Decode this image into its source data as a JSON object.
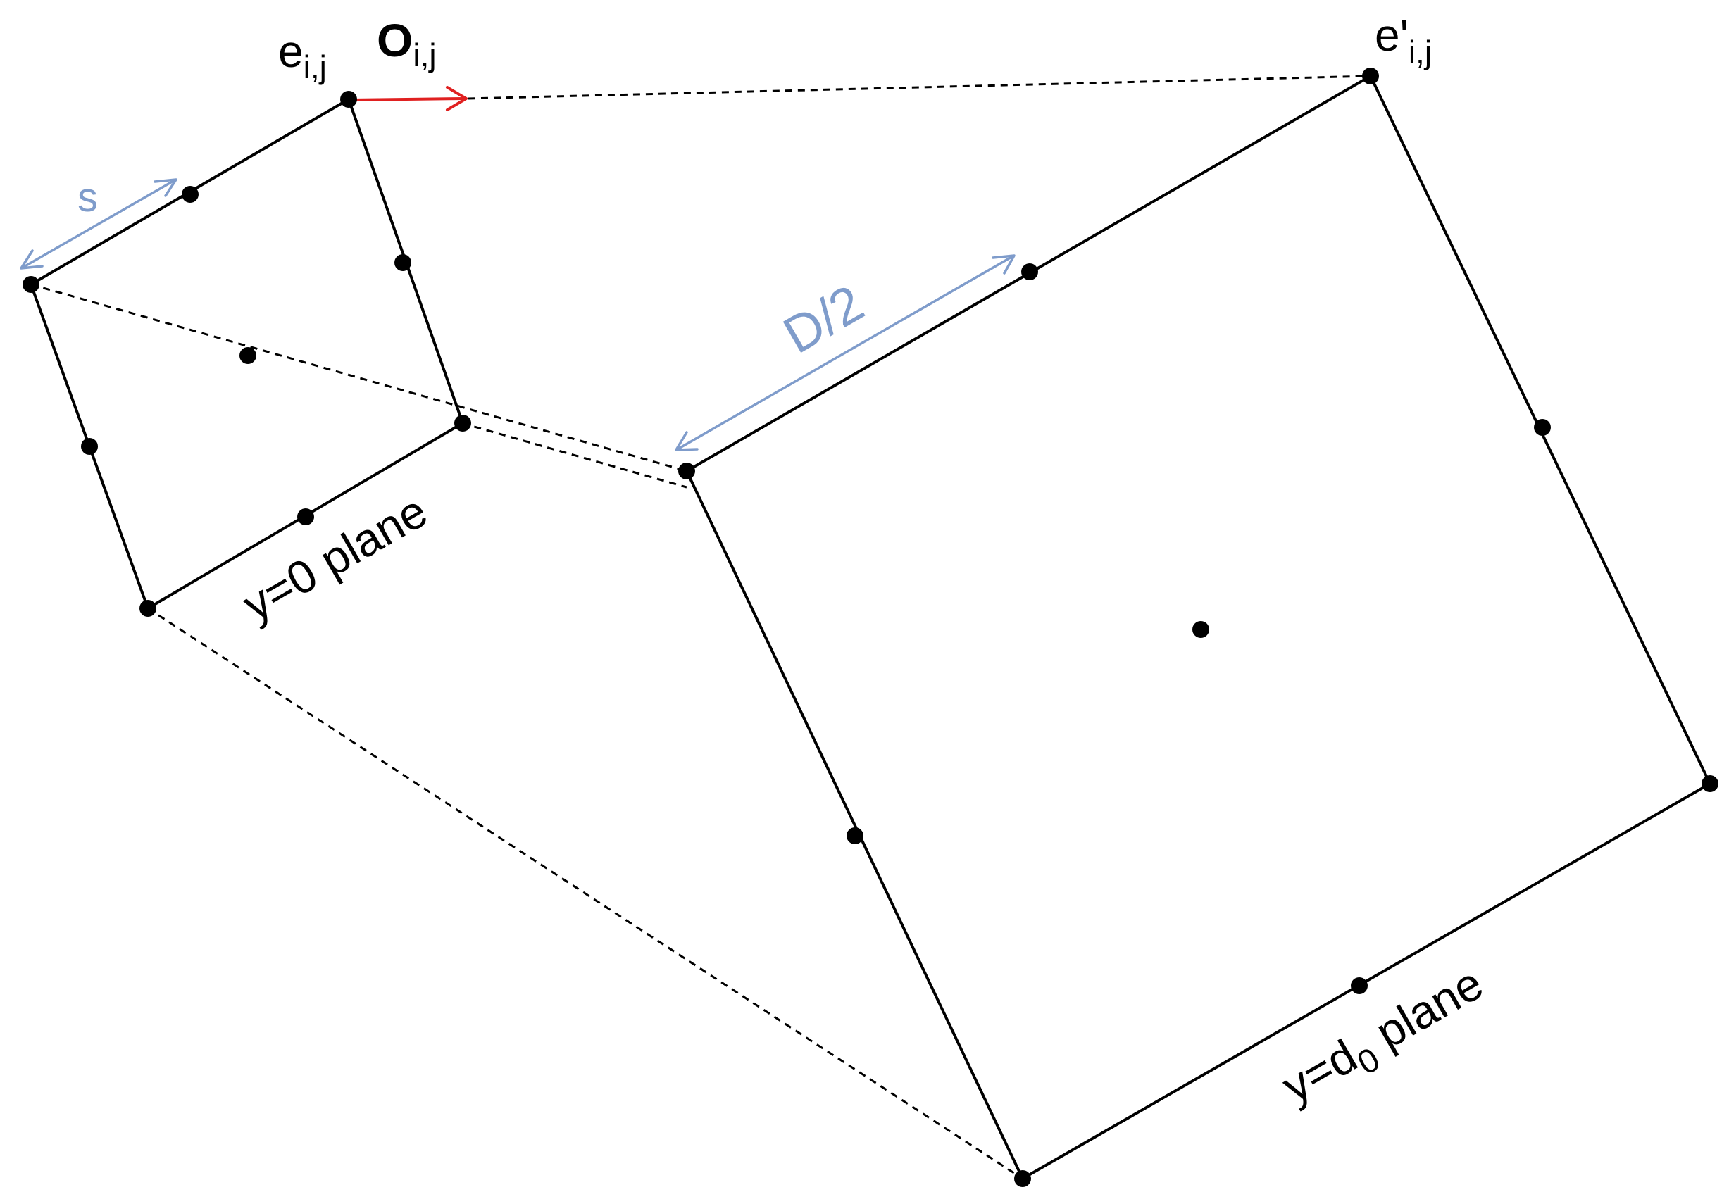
{
  "labels": {
    "e_left_base": "e",
    "e_left_sub": "i,j",
    "o_base": "O",
    "o_sub": "i,j",
    "e_right_base": "e'",
    "e_right_sub": "i,j",
    "s": "s",
    "d_half": "D/2",
    "plane_left": "y=0 plane",
    "plane_right_pre": "y=d",
    "plane_right_sub": "0",
    "plane_right_post": " plane"
  },
  "colors": {
    "edge": "#000000",
    "dimension": "#7f9ccb",
    "vector": "#e02020"
  }
}
